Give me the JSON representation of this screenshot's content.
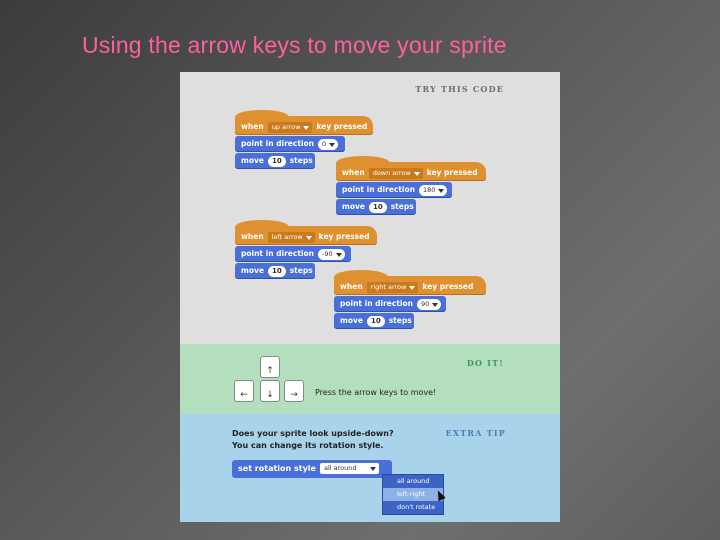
{
  "slide": {
    "title": "Using the arrow keys to move your sprite"
  },
  "sections": {
    "try": "TRY THIS CODE",
    "do": "DO IT!",
    "tip": "EXTRA TIP"
  },
  "scripts": [
    {
      "when": "when",
      "key": "up arrow",
      "pressed": "key pressed",
      "point": "point in direction",
      "dir": "0",
      "move": "move",
      "steps_num": "10",
      "steps": "steps"
    },
    {
      "when": "when",
      "key": "down arrow",
      "pressed": "key pressed",
      "point": "point in direction",
      "dir": "180",
      "move": "move",
      "steps_num": "10",
      "steps": "steps"
    },
    {
      "when": "when",
      "key": "left arrow",
      "pressed": "key pressed",
      "point": "point in direction",
      "dir": "-90",
      "move": "move",
      "steps_num": "10",
      "steps": "steps"
    },
    {
      "when": "when",
      "key": "right arrow",
      "pressed": "key pressed",
      "point": "point in direction",
      "dir": "90",
      "move": "move",
      "steps_num": "10",
      "steps": "steps"
    }
  ],
  "doit": {
    "keys": {
      "up": "↑",
      "left": "←",
      "down": "↓",
      "right": "→"
    },
    "text": "Press the arrow keys to move!"
  },
  "tip": {
    "line1": "Does your sprite look upside-down?",
    "line2": "You can change its rotation style.",
    "block": "set rotation style",
    "selected": "all around",
    "options": [
      "all around",
      "left-right",
      "don't rotate"
    ]
  }
}
